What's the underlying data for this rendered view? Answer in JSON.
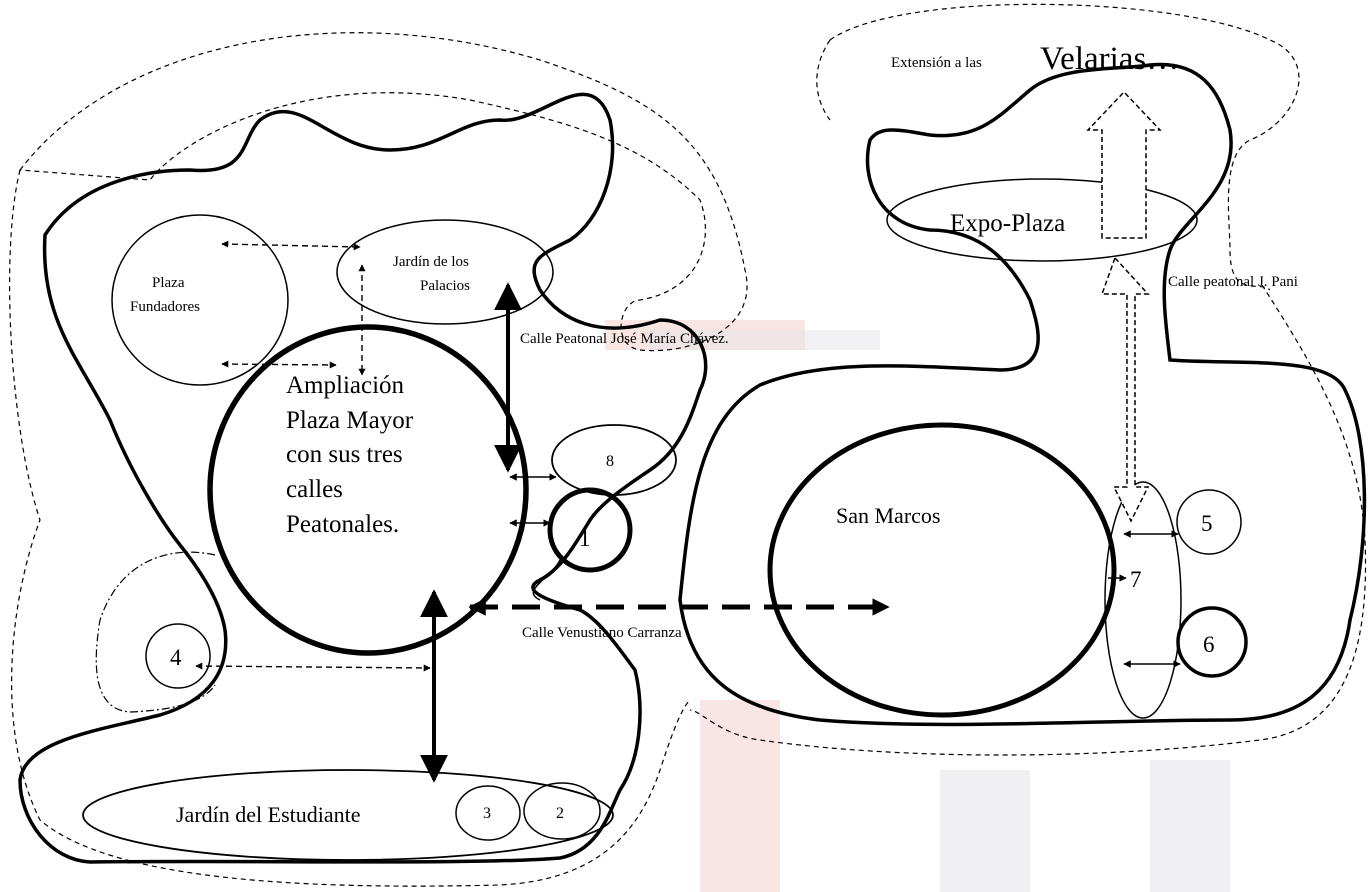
{
  "labels": {
    "plaza_fundadores_1": "Plaza",
    "plaza_fundadores_2": "Fundadores",
    "jardin_palacios_1": "Jardín de los",
    "jardin_palacios_2": "Palacios",
    "calle_chavez": "Calle Peatonal José María Chávez.",
    "ampliacion_1": "Ampliación",
    "ampliacion_2": "Plaza Mayor",
    "ampliacion_3": "con sus tres",
    "ampliacion_4": "calles",
    "ampliacion_5": "Peatonales.",
    "calle_carranza": "Calle Venustiano Carranza",
    "jardin_estudiante": "Jardín del Estudiante",
    "san_marcos": "San Marcos",
    "expo_plaza": "Expo-Plaza",
    "extension_prefix": "Extensión a las",
    "extension_velarias": "Velarias…",
    "calle_pani": "Calle peatonal J. Pani"
  },
  "numbers": {
    "n1": "1",
    "n2": "2",
    "n3": "3",
    "n4": "4",
    "n5": "5",
    "n6": "6",
    "n7": "7",
    "n8": "8"
  },
  "colors": {
    "ink": "#000000",
    "watermark_red": "#f3c6c6",
    "watermark_gray": "#e3e3e8"
  }
}
